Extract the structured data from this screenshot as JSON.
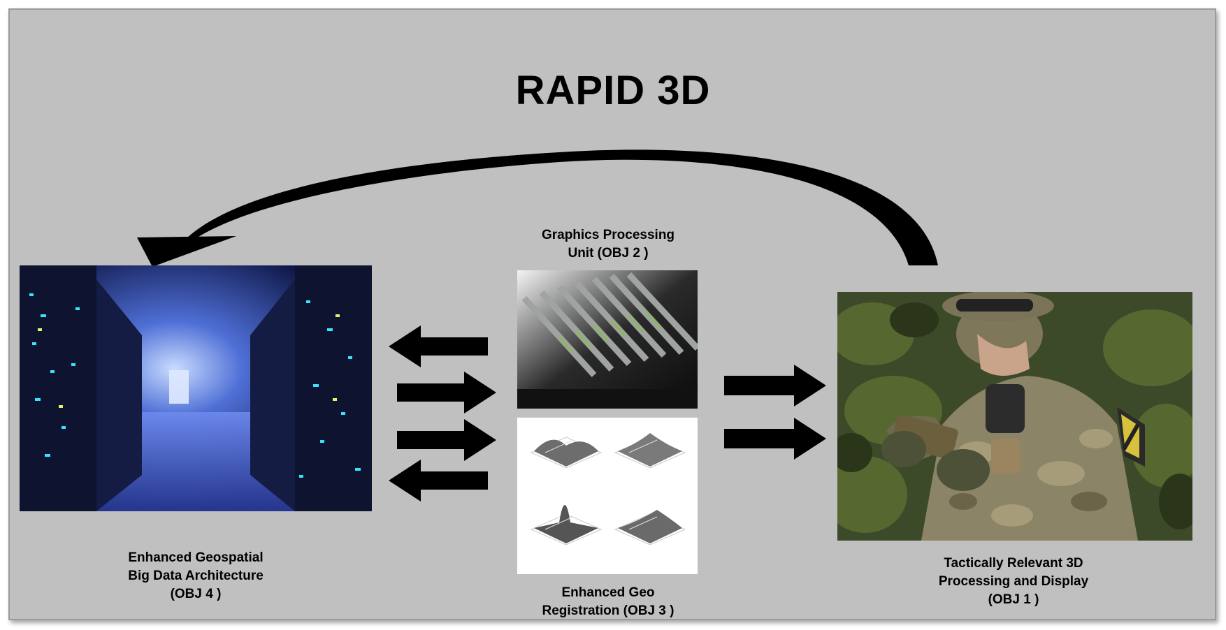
{
  "title": "RAPID 3D",
  "nodes": {
    "datacenter": {
      "caption_lines": [
        "Enhanced Geospatial",
        "Big Data Architecture",
        "(OBJ 4 )"
      ],
      "icon": "server-room-photo"
    },
    "gpu": {
      "caption_lines": [
        "Graphics Processing",
        "Unit (OBJ 2 )"
      ],
      "icon": "gpu-cards-photo"
    },
    "georeg": {
      "caption_lines": [
        "Enhanced Geo",
        "Registration (OBJ 3 )"
      ],
      "icon": "surface-plots-photo"
    },
    "soldier": {
      "caption_lines": [
        "Tactically Relevant 3D",
        "Processing and Display",
        "(OBJ 1 )"
      ],
      "icon": "soldier-tablet-photo"
    }
  },
  "colors": {
    "background": "#c0c0c0",
    "arrow": "#000000"
  }
}
